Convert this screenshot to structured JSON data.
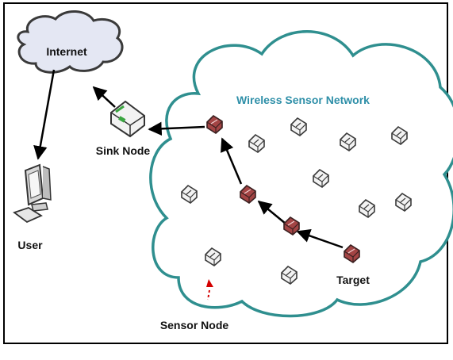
{
  "labels": {
    "internet": "Internet",
    "wsn": "Wireless Sensor Network",
    "sink": "Sink Node",
    "user": "User",
    "target": "Target",
    "sensor": "Sensor Node"
  },
  "colors": {
    "wsn_cloud_stroke": "#2f8f8f",
    "wsn_title": "#2e8fa8",
    "internet_cloud_fill": "#e4e7f3",
    "active_node": "#9a3b3b",
    "idle_node": "#f2f2f2",
    "node_stroke": "#444444",
    "arrow": "#000000",
    "sensor_pointer": "#d40000",
    "sink_accent": "#3aa540"
  },
  "icons": {
    "sink": "router-icon",
    "user": "computer-icon",
    "sensor": "sensor-node-icon"
  }
}
